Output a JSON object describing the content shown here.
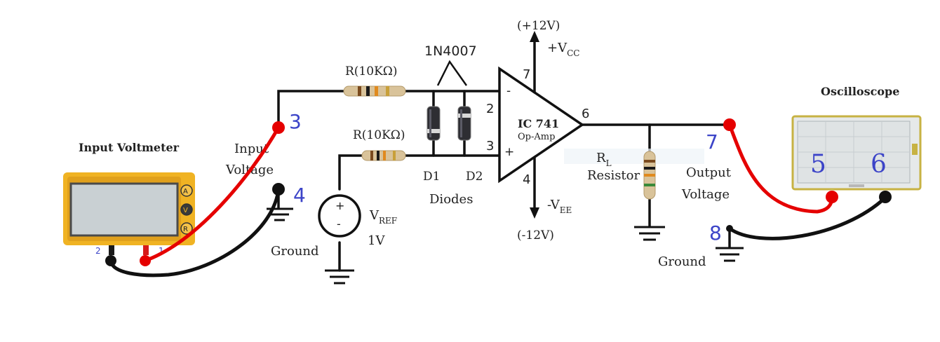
{
  "labels": {
    "input_voltmeter": "Input Voltmeter",
    "input_voltage_1": "Input",
    "input_voltage_2": "Voltage",
    "ground_left": "Ground",
    "ground_right": "Ground",
    "r1": "R(10KΩ)",
    "r2": "R(10KΩ)",
    "diode_part": "1N4007",
    "d1": "D1",
    "d2": "D2",
    "diodes": "Diodes",
    "vref_v": "V",
    "vref_sub": "REF",
    "vref_value": "1V",
    "opamp_name": "IC 741",
    "opamp_sub": "Op-Amp",
    "opamp_minus": "-",
    "opamp_plus": "+",
    "vcc_value": "(+12V)",
    "vcc_label": "+V",
    "vcc_sub": "CC",
    "vee_value": "(-12V)",
    "vee_label": "-V",
    "vee_sub": "EE",
    "rl_r": "R",
    "rl_sub": "L",
    "rl_resistor": "Resistor",
    "output_voltage_1": "Output",
    "output_voltage_2": "Voltage",
    "oscilloscope": "Oscilloscope",
    "source_plus": "+",
    "source_minus": "-",
    "meter_btn_a": "A",
    "meter_btn_v": "V",
    "meter_btn_r": "R",
    "meter_port_2": "2",
    "meter_port_1": "1"
  },
  "pins": {
    "p2": "2",
    "p3": "3",
    "p4": "4",
    "p6": "6",
    "p7": "7"
  },
  "terminals": {
    "t3": "3",
    "t4": "4",
    "t5": "5",
    "t6": "6",
    "t7": "7",
    "t8": "8"
  },
  "colors": {
    "wire": "#111111",
    "red_lead": "#e50000",
    "terminal_number": "#3c44c8",
    "meter_body": "#f0b323",
    "meter_screen": "#c9d0d3"
  }
}
